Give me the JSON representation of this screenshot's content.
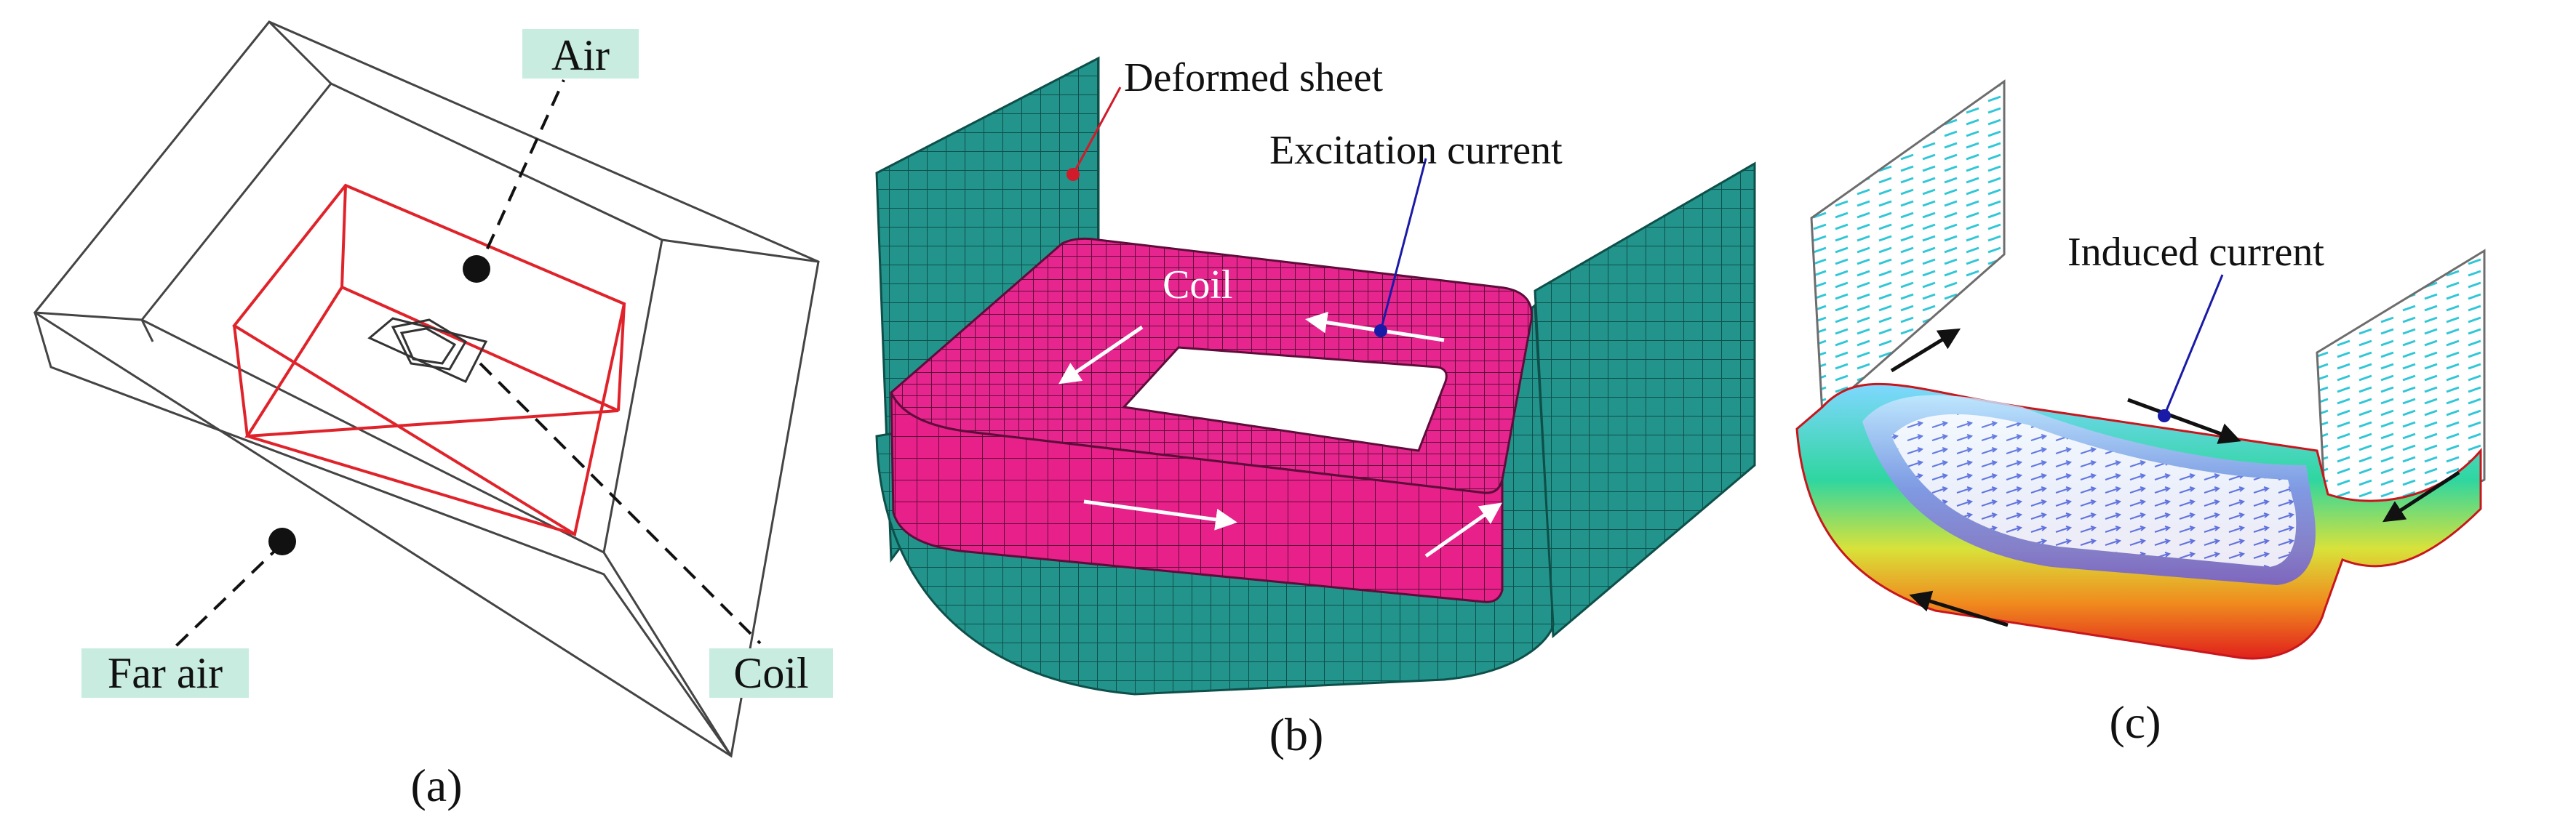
{
  "panel_a": {
    "label_air": "Air",
    "label_far_air": "Far air",
    "label_coil": "Coil",
    "caption": "(a)"
  },
  "panel_b": {
    "label_deformed_sheet": "Deformed sheet",
    "label_excitation_current": "Excitation current",
    "label_coil": "Coil",
    "caption": "(b)"
  },
  "panel_c": {
    "label_induced_current": "Induced current",
    "caption": "(c)"
  },
  "colors": {
    "tag_background": "#c8ece0",
    "inner_box": "#e0232a",
    "sheet_mesh": "#1f8f87",
    "coil_mesh": "#e81f8a",
    "excitation_pointer": "#1a1aa8",
    "deformed_pointer": "#d11a2a",
    "induced_pointer": "#1a1aa8"
  }
}
